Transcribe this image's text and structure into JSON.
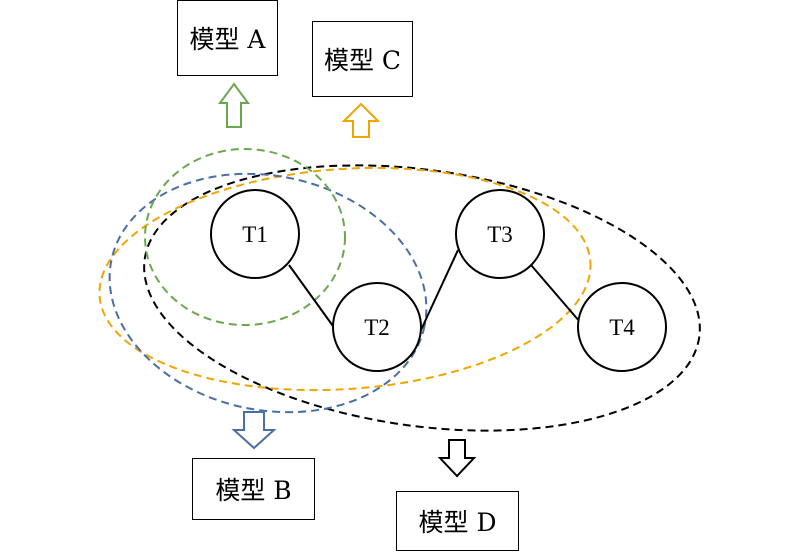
{
  "models": {
    "a": {
      "label": "模型 A",
      "color": "#6aa84f"
    },
    "b": {
      "label": "模型 B",
      "color": "#4a6fa5"
    },
    "c": {
      "label": "模型 C",
      "color": "#f0a500"
    },
    "d": {
      "label": "模型 D",
      "color": "#000000"
    }
  },
  "nodes": {
    "t1": "T1",
    "t2": "T2",
    "t3": "T3",
    "t4": "T4"
  },
  "edges": [
    [
      "T1",
      "T2"
    ],
    [
      "T2",
      "T3"
    ],
    [
      "T3",
      "T4"
    ]
  ]
}
